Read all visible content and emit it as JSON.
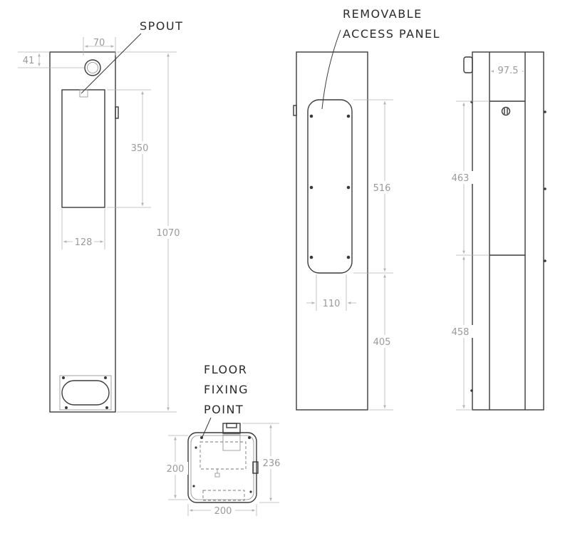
{
  "callouts": {
    "spout": "SPOUT",
    "panel_line1": "REMOVABLE",
    "panel_line2": "ACCESS PANEL",
    "floor_line1": "FLOOR",
    "floor_line2": "FIXING",
    "floor_line3": "POINT"
  },
  "dimensions": {
    "front_spout_offset": "70",
    "front_top_offset": "41",
    "front_recess_height": "350",
    "front_height": "1070",
    "front_recess_width": "128",
    "side_panel_height": "516",
    "side_panel_width": "110",
    "side_lower_height": "405",
    "right_depth": "97.5",
    "right_upper_height": "463",
    "right_lower_height": "458",
    "base_depth": "200",
    "base_height": "236",
    "base_width": "200"
  }
}
